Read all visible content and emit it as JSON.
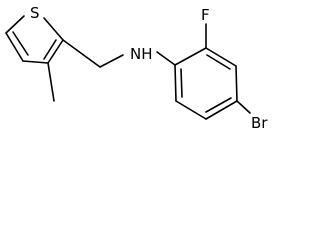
{
  "structure": {
    "atoms": {
      "sulfur": "S",
      "fluorine": "F",
      "amine": "NH",
      "bromine": "Br"
    },
    "colors": {
      "bond": "#000000",
      "label": "#000000",
      "background": "#ffffff"
    }
  }
}
